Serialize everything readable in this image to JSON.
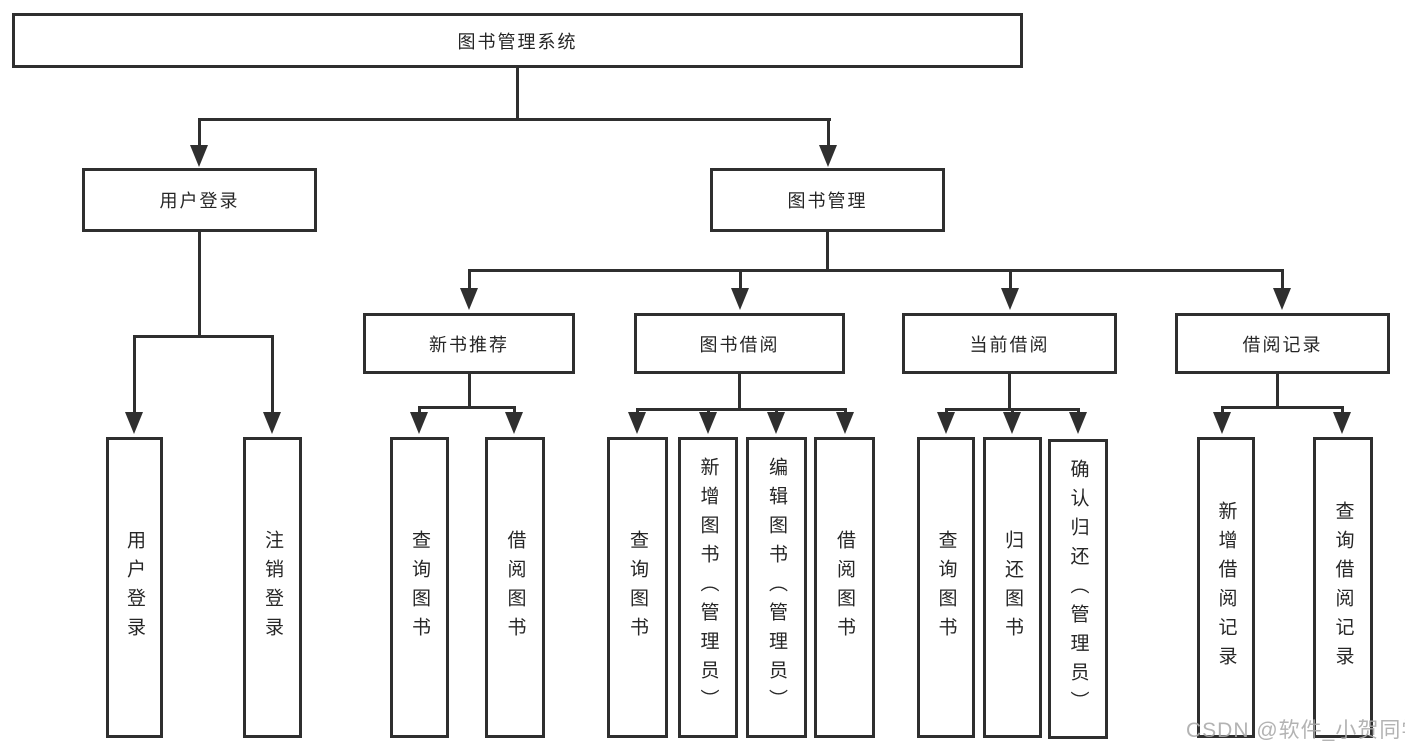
{
  "diagram": {
    "root": {
      "label": "图书管理系统"
    },
    "level2": [
      "用户登录",
      "图书管理"
    ],
    "level3": [
      "新书推荐",
      "图书借阅",
      "当前借阅",
      "借阅记录"
    ],
    "leaves": {
      "user_login": [
        "用户登录",
        "注销登录"
      ],
      "new_book_recommend": [
        "查询图书",
        "借阅图书"
      ],
      "book_borrowing": [
        "查询图书",
        "新增图书（管理员）",
        "编辑图书（管理员）",
        "借阅图书"
      ],
      "current_borrowing": [
        "查询图书",
        "归还图书",
        "确认归还（管理员）"
      ],
      "borrowing_records": [
        "新增借阅记录",
        "查询借阅记录"
      ]
    }
  },
  "watermark": "CSDN @软件_小贺同学",
  "colors": {
    "line": "#2f2f2f",
    "box_border": "#2f2f2f",
    "text": "#262626",
    "watermark": "#ababab",
    "background": "#ffffff"
  }
}
